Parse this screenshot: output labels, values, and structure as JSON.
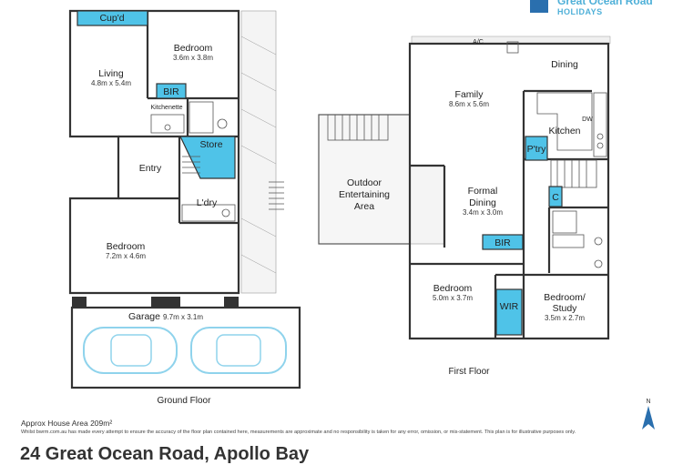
{
  "brand": {
    "line1": "Great Ocean Road",
    "line2": "HOLIDAYS",
    "color": "#4fb0d8",
    "mark_color": "#2a6fae"
  },
  "ground_floor": {
    "label": "Ground Floor",
    "rooms": {
      "cupd": "Cup'd",
      "bedroom1_name": "Bedroom",
      "bedroom1_dim": "3.6m x 3.8m",
      "living_name": "Living",
      "living_dim": "4.8m x 5.4m",
      "bir": "BIR",
      "kitchenette": "Kitchenette",
      "store": "Store",
      "entry": "Entry",
      "ldry": "L'dry",
      "bedroom2_name": "Bedroom",
      "bedroom2_dim": "7.2m x 4.6m",
      "garage_name": "Garage",
      "garage_dim": "9.7m x 3.1m"
    }
  },
  "first_floor": {
    "label": "First Floor",
    "rooms": {
      "ac": "A/C",
      "dining": "Dining",
      "family_name": "Family",
      "family_dim": "8.6m x 5.6m",
      "kitchen": "Kitchen",
      "dw": "DW",
      "ptry": "P'try",
      "outdoor": [
        "Outdoor",
        "Entertaining",
        "Area"
      ],
      "formal_name": [
        "Formal",
        "Dining"
      ],
      "formal_dim": "3.4m x 3.0m",
      "c": "C",
      "bir": "BIR",
      "bedroom_name": "Bedroom",
      "bedroom_dim": "5.0m x 3.7m",
      "wir": "WIR",
      "study_name": "Bedroom/",
      "study_name2": "Study",
      "study_dim": "3.5m x 2.7m"
    }
  },
  "north_label": "N",
  "footer": {
    "area": "Approx House Area 209m²",
    "disclaimer": "Whilst bwrm.com.au has made every attempt to ensure the accuracy of the floor plan contained here, measurements are approximate and no responsibility is taken for any error, omission, or mis-statement. This plan is for illustrative purposes only.",
    "address": "24 Great Ocean Road, Apollo Bay"
  },
  "colors": {
    "highlight": "#4fc3e8",
    "walls": "#333333"
  }
}
